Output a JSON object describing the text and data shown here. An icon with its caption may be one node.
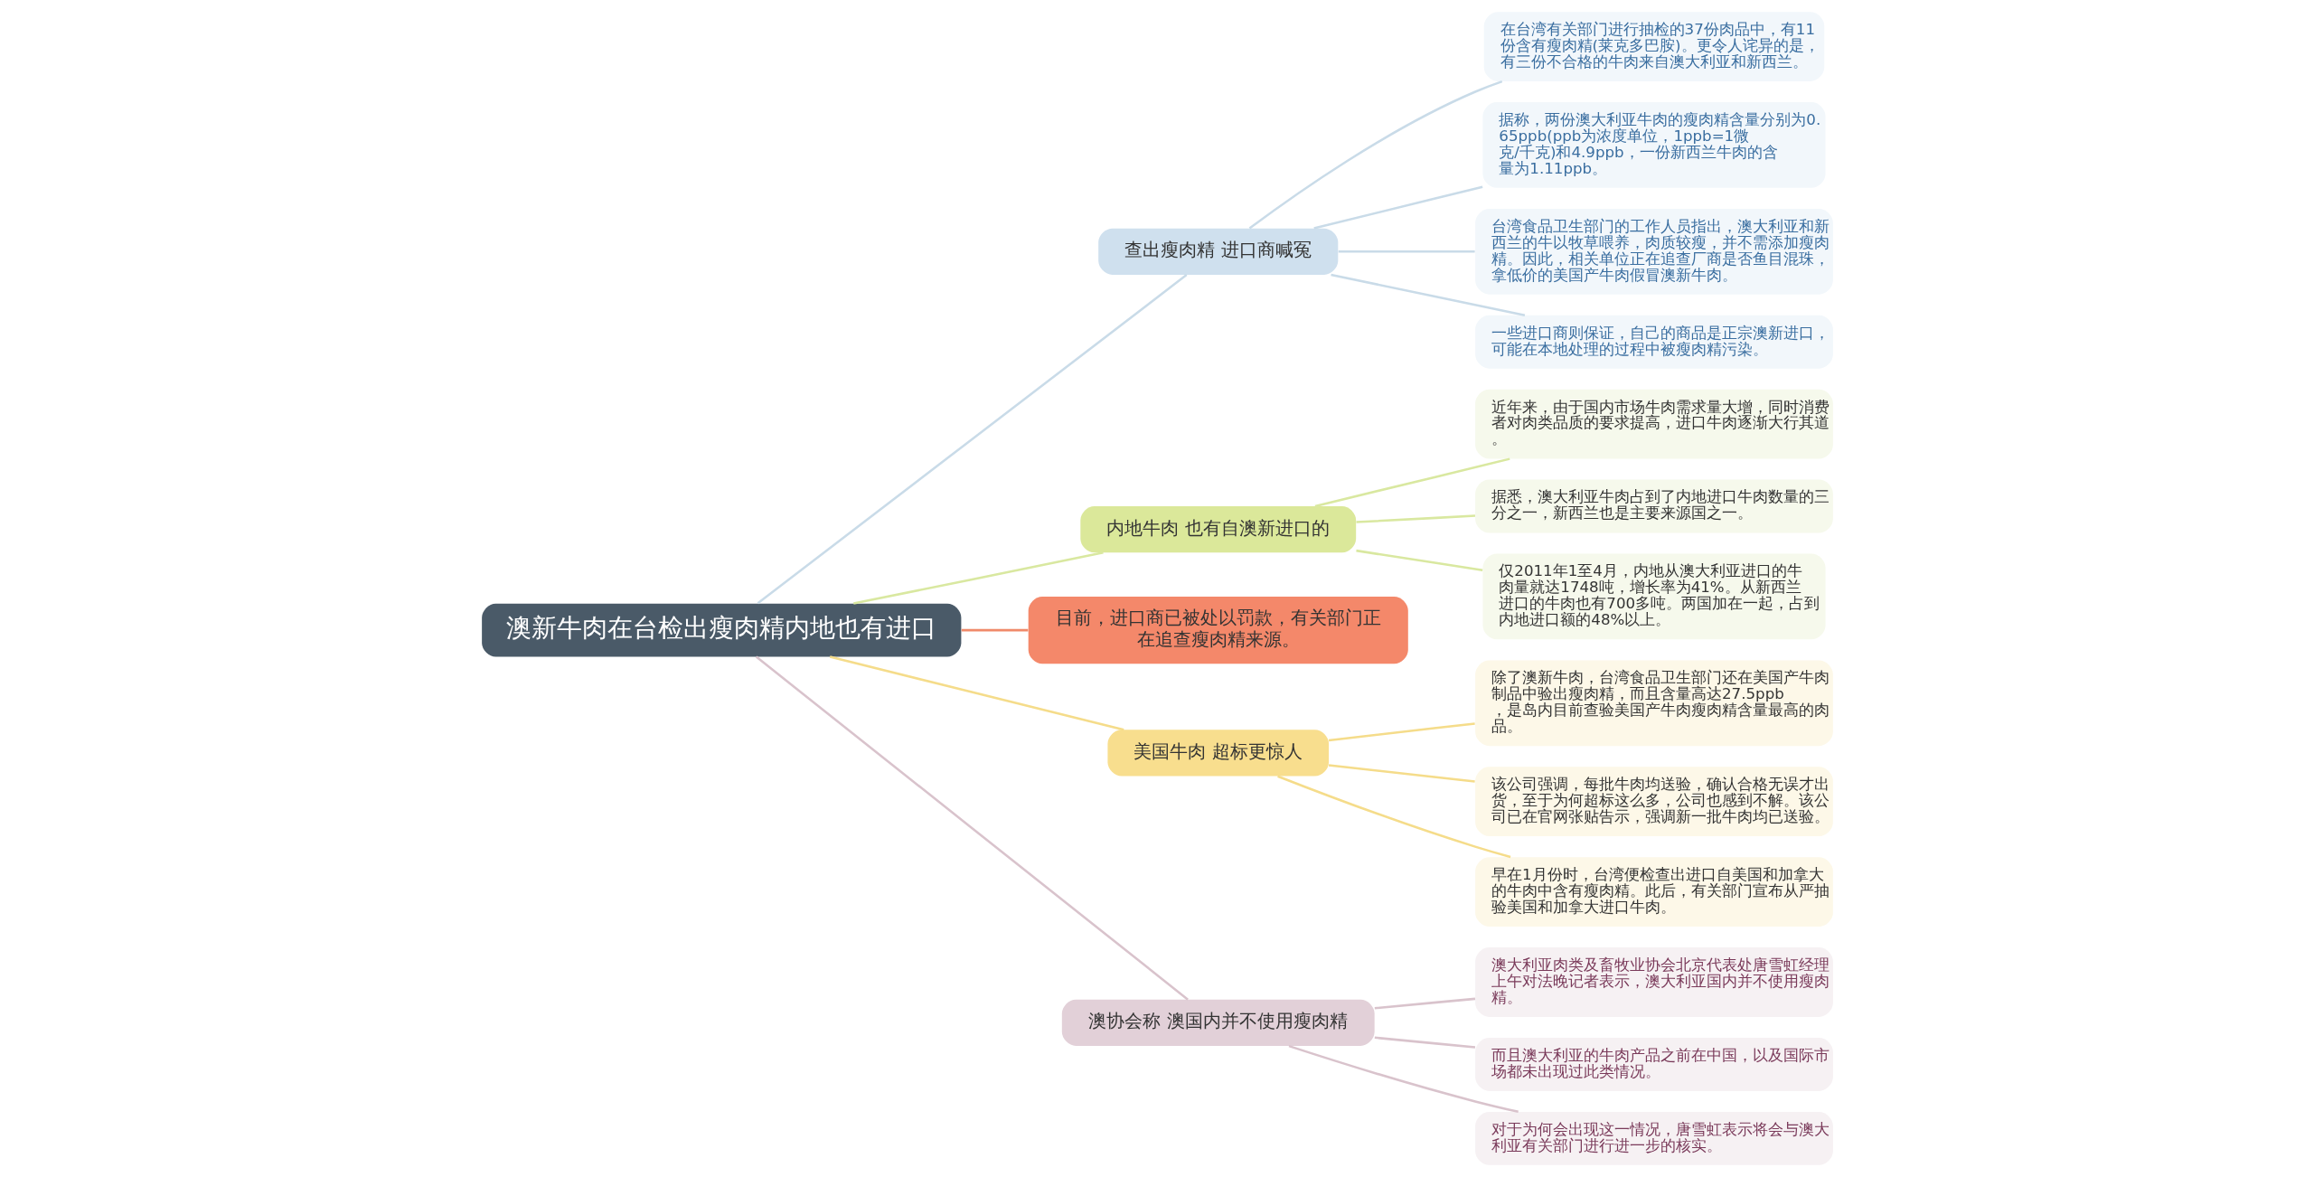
{
  "diagram": {
    "nodes": [
      {
        "text": [
          "澳新牛肉在台检出瘦肉精内地也有进口"
        ]
      },
      {
        "text": [
          "查出瘦肉精 进口商喊冤"
        ]
      },
      {
        "text": [
          "在台湾有关部门进行抽检的37份肉品中，有11份含有瘦肉精(莱克多巴胺)。更令人诧异的是，有三份不合格的牛肉来自澳大利亚和新西兰。"
        ]
      },
      {
        "text": [
          "据称，两份澳大利亚牛肉的瘦肉精含量分别为0.65ppb(ppb为浓度单位，1ppb=1微克/千克)和4.9ppb，一份新西兰牛肉的含量为1.11ppb。"
        ]
      },
      {
        "text": [
          "台湾食品卫生部门的工作人员指出，澳大利亚和新西兰的牛以牧草喂养，肉质较瘦，并不需添加瘦肉精。因此，相关单位正在追查厂商是否鱼目混珠，拿低价的美国产牛肉假冒澳新牛肉。"
        ]
      },
      {
        "text": [
          "一些进口商则保证，自己的商品是正宗澳新进口，可能在本地处理的过程中被瘦肉精污染。"
        ]
      },
      {
        "text": [
          "内地牛肉 也有自澳新进口的"
        ]
      },
      {
        "text": [
          "近年来，由于国内市场牛肉需求量大增，同时消费者对肉类品质的要求提高，进口牛肉逐渐大行其道。"
        ]
      },
      {
        "text": [
          "据悉，澳大利亚牛肉占到了内地进口牛肉数量的三分之一，新西兰也是主要来源国之一。"
        ]
      },
      {
        "text": [
          "仅2011年1至4月，内地从澳大利亚进口的牛肉量就达1748吨，增长率为41%。从新西兰进口的牛肉也有700多吨。两国加在一起，占到内地进口额的48%以上。"
        ]
      },
      {
        "text": [
          "目前，进口商已被处以罚款，有关部门正在追查瘦肉精来源。"
        ]
      },
      {
        "text": [
          "美国牛肉 超标更惊人"
        ]
      },
      {
        "text": [
          "除了澳新牛肉，台湾食品卫生部门还在美国产牛肉制品中验出瘦肉精，而且含量高达27.5ppb，是岛内目前查验美国产牛肉瘦肉精含量最高的肉品。"
        ]
      },
      {
        "text": [
          "该公司强调，每批牛肉均送验，确认合格无误才出货，至于为何超标这么多，公司也感到不解。该公司已在官网张贴告示，强调新一批牛肉均已送验。"
        ]
      },
      {
        "text": [
          "早在1月份时，台湾便检查出进口自美国和加拿大的牛肉中含有瘦肉精。此后，有关部门宣布从严抽验美国和加拿大进口牛肉。"
        ]
      },
      {
        "text": [
          "澳协会称 澳国内并不使用瘦肉精"
        ]
      },
      {
        "text": [
          "澳大利亚肉类及畜牧业协会北京代表处唐雪虹经理上午对法晚记者表示，澳大利亚国内并不使用瘦肉精。"
        ]
      },
      {
        "text": [
          "而且澳大利亚的牛肉产品之前在中国，以及国际市场都未出现过此类情况。"
        ]
      },
      {
        "text": [
          "对于为何会出现这一情况，唐雪虹表示将会与澳大利亚有关部门进行进一步的核实。"
        ]
      }
    ],
    "edges": [
      {
        "from": 0,
        "to": 1,
        "arrow": "none",
        "color": "#c9dbe8"
      },
      {
        "from": 1,
        "to": 2,
        "arrow": "none",
        "color": "#c9dbe8"
      },
      {
        "from": 1,
        "to": 3,
        "arrow": "none",
        "color": "#c9dbe8"
      },
      {
        "from": 1,
        "to": 4,
        "arrow": "none",
        "color": "#c9dbe8"
      },
      {
        "from": 1,
        "to": 5,
        "arrow": "none",
        "color": "#c9dbe8"
      },
      {
        "from": 0,
        "to": 6,
        "arrow": "none",
        "color": "#d9e8a0"
      },
      {
        "from": 6,
        "to": 7,
        "arrow": "none",
        "color": "#d9e8a0"
      },
      {
        "from": 6,
        "to": 8,
        "arrow": "none",
        "color": "#d9e8a0"
      },
      {
        "from": 6,
        "to": 9,
        "arrow": "none",
        "color": "#d9e8a0"
      },
      {
        "from": 0,
        "to": 10,
        "arrow": "none",
        "color": "#f08a6a"
      },
      {
        "from": 0,
        "to": 11,
        "arrow": "none",
        "color": "#f5dc8a"
      },
      {
        "from": 11,
        "to": 12,
        "arrow": "none",
        "color": "#f5dc8a"
      },
      {
        "from": 11,
        "to": 13,
        "arrow": "none",
        "color": "#f5dc8a"
      },
      {
        "from": 11,
        "to": 14,
        "arrow": "none",
        "color": "#f5dc8a"
      },
      {
        "from": 0,
        "to": 15,
        "arrow": "none",
        "color": "#d9c3cc"
      },
      {
        "from": 15,
        "to": 16,
        "arrow": "none",
        "color": "#d9c3cc"
      },
      {
        "from": 15,
        "to": 17,
        "arrow": "none",
        "color": "#d9c3cc"
      },
      {
        "from": 15,
        "to": 18,
        "arrow": "none",
        "color": "#d9c3cc"
      }
    ]
  }
}
